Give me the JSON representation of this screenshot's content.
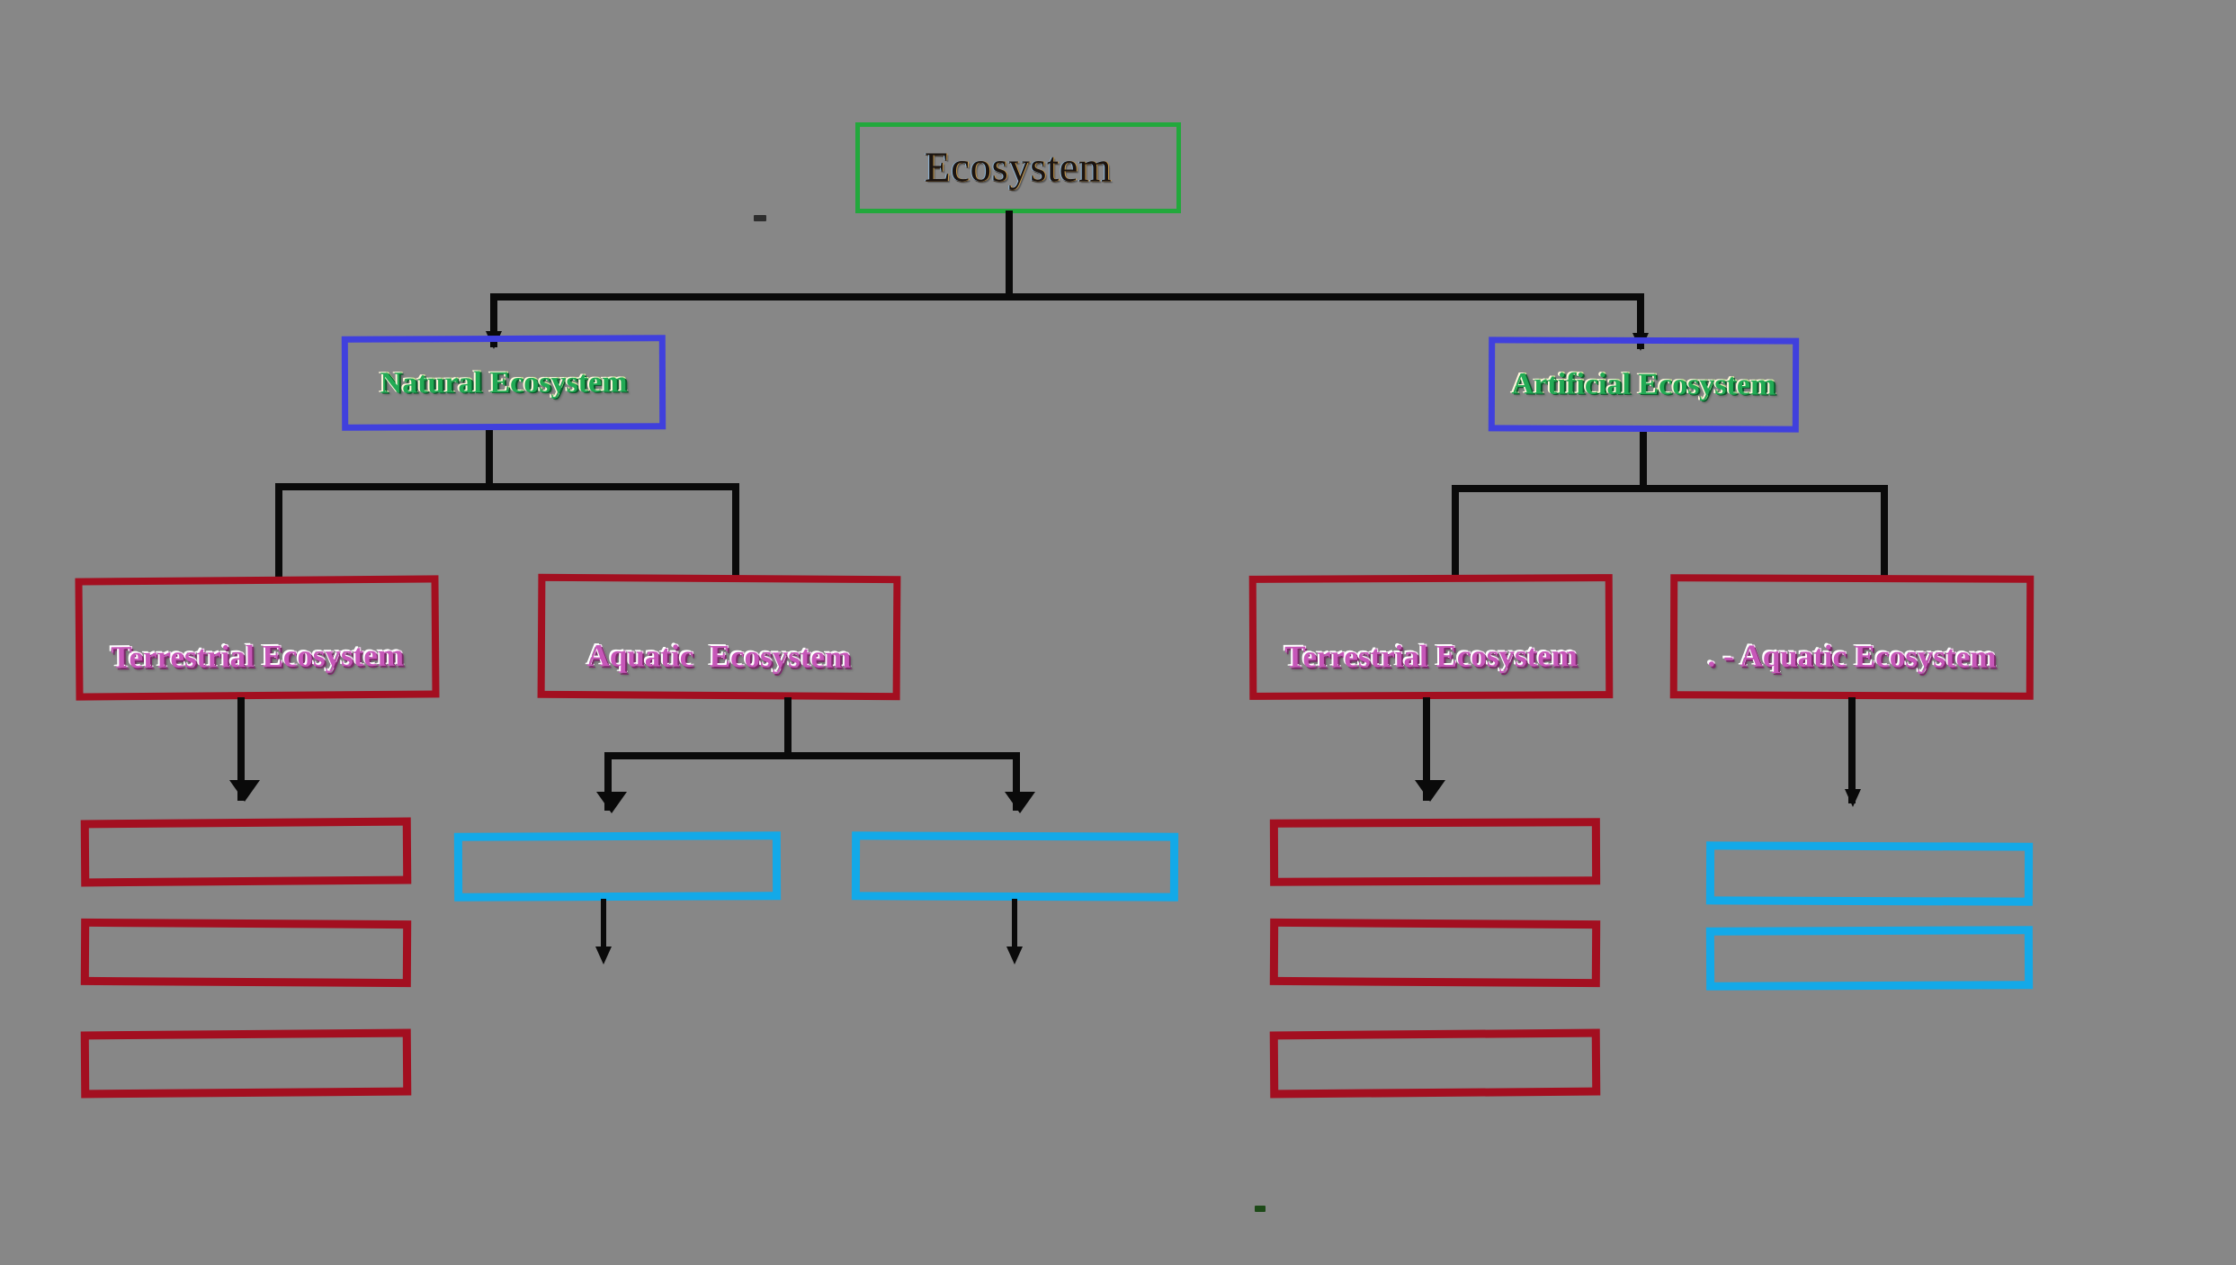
{
  "diagram": {
    "title": "Ecosystem classification tree",
    "background_color": "#878787",
    "root": {
      "label": "Ecosystem",
      "border_color": "#22a83c",
      "text_color": "#1b1410"
    },
    "level2": [
      {
        "label": "Natural Ecosystem",
        "border_color": "#4040dd",
        "text_color": "#22aa55"
      },
      {
        "label": "Artificial Ecosystem",
        "border_color": "#4040dd",
        "text_color": "#22aa55"
      }
    ],
    "level3": [
      {
        "label": "Terrestrial Ecosystem",
        "border_color": "#a30f20",
        "text_color": "#c657b8"
      },
      {
        "label": "Aquatic  Ecosystem",
        "border_color": "#a30f20",
        "text_color": "#c657b8"
      },
      {
        "label": "Terrestrial Ecosystem",
        "border_color": "#a30f20",
        "text_color": "#c657b8"
      },
      {
        "label": ". - Aquatic Ecosystem",
        "border_color": "#a30f20",
        "text_color": "#c657b8"
      }
    ],
    "level4": [
      {
        "label": "",
        "border_color": "#a30f20",
        "group": "natural-terrestrial"
      },
      {
        "label": "",
        "border_color": "#a30f20",
        "group": "natural-terrestrial"
      },
      {
        "label": "",
        "border_color": "#a30f20",
        "group": "natural-terrestrial"
      },
      {
        "label": "",
        "border_color": "#13a9e8",
        "group": "natural-aquatic-left"
      },
      {
        "label": "",
        "border_color": "#13a9e8",
        "group": "natural-aquatic-right"
      },
      {
        "label": "",
        "border_color": "#a30f20",
        "group": "artificial-terrestrial"
      },
      {
        "label": "",
        "border_color": "#a30f20",
        "group": "artificial-terrestrial"
      },
      {
        "label": "",
        "border_color": "#a30f20",
        "group": "artificial-terrestrial"
      },
      {
        "label": "",
        "border_color": "#13a9e8",
        "group": "artificial-aquatic"
      },
      {
        "label": "",
        "border_color": "#13a9e8",
        "group": "artificial-aquatic"
      }
    ]
  }
}
